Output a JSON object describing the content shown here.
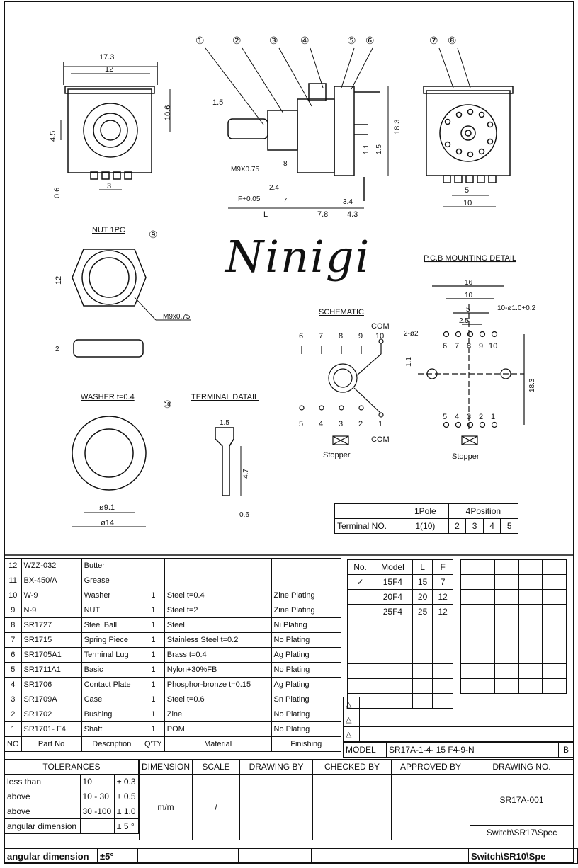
{
  "logo": "Ninigi",
  "drawing": {
    "top_dims": [
      "17.3",
      "12",
      "10.6",
      "4.5",
      "0.6",
      "3"
    ],
    "side_dims": [
      "1.5",
      "M9X0.75",
      "8",
      "1.1",
      "1.5",
      "18.3",
      "2.4",
      "7",
      "3.4",
      "L",
      "7.8",
      "4.3"
    ],
    "fit_label": "F+0.05",
    "rear_dims": [
      "5",
      "10"
    ],
    "callouts": [
      "①",
      "②",
      "③",
      "④",
      "⑤",
      "⑥",
      "⑦",
      "⑧",
      "⑨",
      "⑩"
    ],
    "nut_title": "NUT 1PC",
    "nut_dims": [
      "12",
      "M9x0.75",
      "2"
    ],
    "washer_title": "WASHER t=0.4",
    "washer_dims": [
      "ø9.1",
      "ø14"
    ],
    "terminal_title": "TERMINAL DATAIL",
    "terminal_dims": [
      "1.5",
      "4.7",
      "0.6"
    ],
    "schematic_title": "SCHEMATIC",
    "schematic_top_pins": [
      "6",
      "7",
      "8",
      "9",
      "10"
    ],
    "schematic_bottom_pins": [
      "5",
      "4",
      "3",
      "2",
      "1"
    ],
    "com": "COM",
    "stopper": "Stopper",
    "pcb_title": "P.C.B MOUNTING DETAIL",
    "pcb_dims": [
      "16",
      "10",
      "5",
      "2.5",
      "10-ø1.0+0.2",
      "2-ø2",
      "1.1",
      "18.3"
    ]
  },
  "terminal_table": {
    "header": [
      "1Pole",
      "4Position"
    ],
    "label": "Terminal NO.",
    "values": [
      "1(10)",
      "2",
      "3",
      "4",
      "5"
    ]
  },
  "bom": {
    "rows": [
      [
        "12",
        "WZZ-032",
        "Butter",
        "",
        "",
        ""
      ],
      [
        "11",
        "BX-450/A",
        "Grease",
        "",
        "",
        ""
      ],
      [
        "10",
        "W-9",
        "Washer",
        "1",
        "Steel t=0.4",
        "Zine Plating"
      ],
      [
        "9",
        "N-9",
        "NUT",
        "1",
        "Steel t=2",
        "Zine Plating"
      ],
      [
        "8",
        "SR1727",
        "Steel Ball",
        "1",
        "Steel",
        "Ni Plating"
      ],
      [
        "7",
        "SR1715",
        "Spring Piece",
        "1",
        "Stainless Steel t=0.2",
        "No Plating"
      ],
      [
        "6",
        "SR1705A1",
        "Terminal Lug",
        "1",
        "Brass t=0.4",
        "Ag Plating"
      ],
      [
        "5",
        "SR1711A1",
        "Basic",
        "1",
        "Nylon+30%FB",
        "No Plating"
      ],
      [
        "4",
        "SR1706",
        "Contact Plate",
        "1",
        "Phosphor-bronze t=0.15",
        "Ag Plating"
      ],
      [
        "3",
        "SR1709A",
        "Case",
        "1",
        "Steel t=0.6",
        "Sn Plating"
      ],
      [
        "2",
        "SR1702",
        "Bushing",
        "1",
        "Zine",
        "No Plating"
      ],
      [
        "1",
        "SR1701- F4",
        "Shaft",
        "1",
        "POM",
        "No Plating"
      ]
    ],
    "header": [
      "NO",
      "Part No",
      "Description",
      "Q'TY",
      "Material",
      "Finishing"
    ]
  },
  "model_table": {
    "header": [
      "No.",
      "Model",
      "L",
      "F"
    ],
    "rows": [
      [
        "✓",
        "15F4",
        "15",
        "7"
      ],
      [
        "",
        "20F4",
        "20",
        "12"
      ],
      [
        "",
        "25F4",
        "25",
        "12"
      ]
    ]
  },
  "model": {
    "label": "MODEL",
    "value": "SR17A-1-4- 15 F4-9-N",
    "rev": "B"
  },
  "tolerances": {
    "title": "TOLERANCES",
    "rows": [
      [
        "less than",
        "10",
        "± 0.3"
      ],
      [
        "above",
        "10 - 30",
        "± 0.5"
      ],
      [
        "above",
        "30 -100",
        "± 1.0"
      ],
      [
        "angular dimension",
        "",
        "± 5 °"
      ]
    ]
  },
  "title_block": {
    "headers": [
      "DIMENSION",
      "SCALE",
      "DRAWING BY",
      "CHECKED BY",
      "APPROVED BY",
      "DRAWING NO."
    ],
    "dimension": "m/m",
    "scale": "/",
    "drawing_no": "SR17A-001",
    "path": "Switch\\SR17\\Spec"
  },
  "overlap_strip": {
    "left": "angular dimension",
    "tol": "±5°",
    "path": "Switch\\SR10\\Spe"
  }
}
